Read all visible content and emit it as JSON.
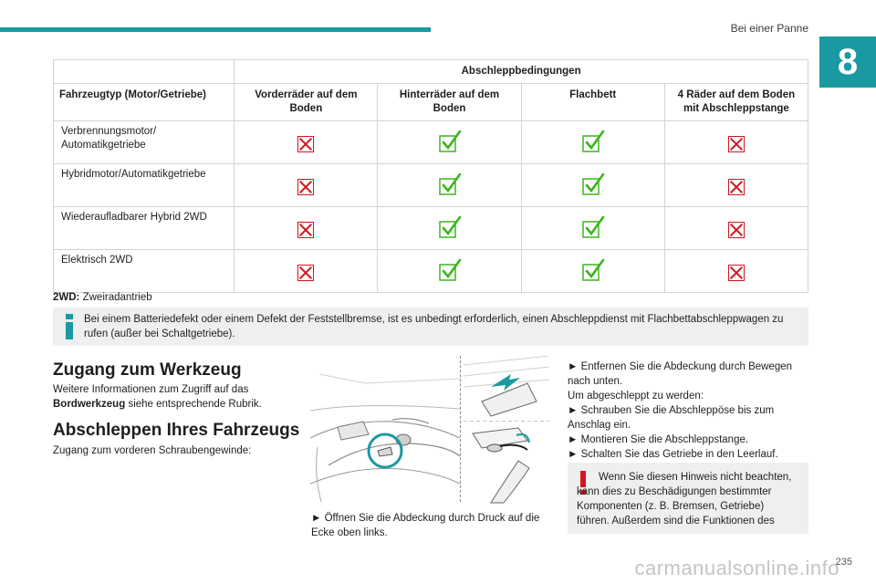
{
  "header": {
    "section": "Bei einer Panne",
    "chapter": "8"
  },
  "table": {
    "group_header": "Abschleppbedingungen",
    "row_header": "Fahrzeugtyp (Motor/Getriebe)",
    "columns": [
      "Vorderräder auf dem Boden",
      "Hinterräder auf dem Boden",
      "Flachbett",
      "4 Räder auf dem Boden mit Abschleppstange"
    ],
    "rows": [
      {
        "label": "Verbrennungsmotor/ Automatikgetriebe",
        "marks": [
          "cross",
          "check",
          "check",
          "cross"
        ]
      },
      {
        "label": "Hybridmotor/Automatikgetriebe",
        "marks": [
          "cross",
          "check",
          "check",
          "cross"
        ]
      },
      {
        "label": "Wiederaufladbarer Hybrid 2WD",
        "marks": [
          "cross",
          "check",
          "check",
          "cross"
        ]
      },
      {
        "label": "Elektrisch 2WD",
        "marks": [
          "cross",
          "check",
          "check",
          "cross"
        ]
      }
    ]
  },
  "legend": {
    "term": "2WD:",
    "definition": "Zweiradantrieb"
  },
  "info_box": {
    "text": "Bei einem Batteriedefekt oder einem Defekt der Feststellbremse, ist es unbedingt erforderlich, einen Abschleppdienst mit Flachbettabschleppwagen zu rufen (außer bei Schaltgetriebe)."
  },
  "section_tools": {
    "title": "Zugang zum Werkzeug",
    "text_before": "Weitere Informationen zum Zugriff auf das",
    "text_bold": "Bordwerkzeug",
    "text_after": "siehe entsprechende Rubrik."
  },
  "section_towing": {
    "title": "Abschleppen Ihres Fahrzeugs",
    "text": "Zugang zum vorderen Schraubengewinde:"
  },
  "illustration": {
    "caption_line1": "► Öffnen Sie die Abdeckung durch Druck auf die",
    "caption_line2": "Ecke oben links."
  },
  "steps": {
    "line1": "► Entfernen Sie die Abdeckung durch Bewegen",
    "line2": "nach unten.",
    "line3": "Um abgeschleppt zu werden:",
    "line4": "► Schrauben Sie die Abschleppöse bis zum",
    "line5": "Anschlag ein.",
    "line6": "► Montieren Sie die Abschleppstange.",
    "line7": "► Schalten Sie das Getriebe in den Leerlauf."
  },
  "warning_box": {
    "text": "Wenn Sie diesen Hinweis nicht beachten, kann dies zu Beschädigungen bestimmter Komponenten (z. B. Bremsen, Getriebe) führen. Außerdem sind die Funktionen des"
  },
  "footer": {
    "page": "235",
    "watermark": "carmanualsonline.info"
  },
  "colors": {
    "accent": "#1a9aa0",
    "cross": "#d4141e",
    "check": "#3cb51e",
    "box_bg": "#eef0f0"
  }
}
